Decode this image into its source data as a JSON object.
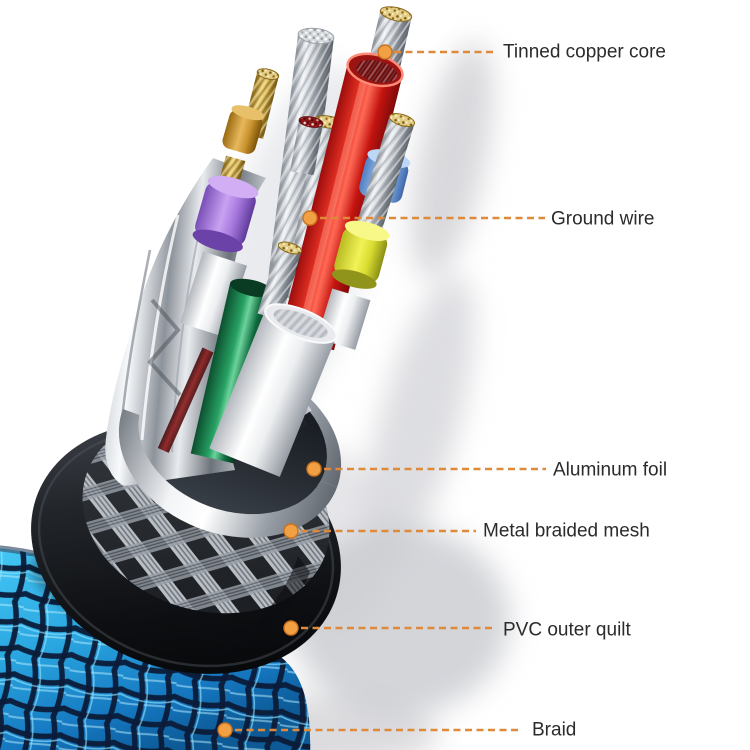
{
  "diagram": {
    "labels": [
      {
        "id": "tinned-copper-core",
        "text": "Tinned copper core"
      },
      {
        "id": "ground-wire",
        "text": "Ground wire"
      },
      {
        "id": "aluminum-foil",
        "text": "Aluminum foil"
      },
      {
        "id": "metal-braided-mesh",
        "text": "Metal braided mesh"
      },
      {
        "id": "pvc-outer-quilt",
        "text": "PVC outer quilt"
      },
      {
        "id": "braid",
        "text": "Braid"
      }
    ],
    "colors": {
      "background": "#ffffff",
      "leader_line": "#de8a3a",
      "callout_dot": "#f2a044",
      "callout_dot_edge": "#c9731f",
      "label_text": "#2b2b2b",
      "red_wire": "#d91f15",
      "green_wire": "#1d8a52",
      "white_wire": "#f2f3f5",
      "purple_sleeve": "#b285e8",
      "yellow_sleeve": "#e9ea43",
      "blue_sleeve": "#8fb6ec",
      "orange_sleeve": "#cf952f",
      "gold_strand": "#d8b85a",
      "silver_strand": "#cfd3d8",
      "aluminum_foil": "#dfe3e7",
      "pvc_jacket": "#1c1f24",
      "braid_blue": "#2fb9ec"
    }
  }
}
